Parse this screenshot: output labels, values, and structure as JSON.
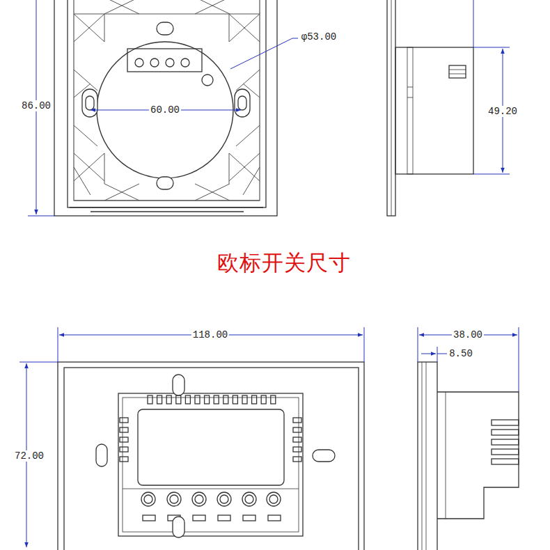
{
  "diagram": {
    "title": "欧标开关尺寸",
    "labels": [
      "86.00",
      "φ53.00",
      "60.00",
      "49.20",
      "118.00",
      "38.00",
      "8.50",
      "72.00"
    ]
  }
}
